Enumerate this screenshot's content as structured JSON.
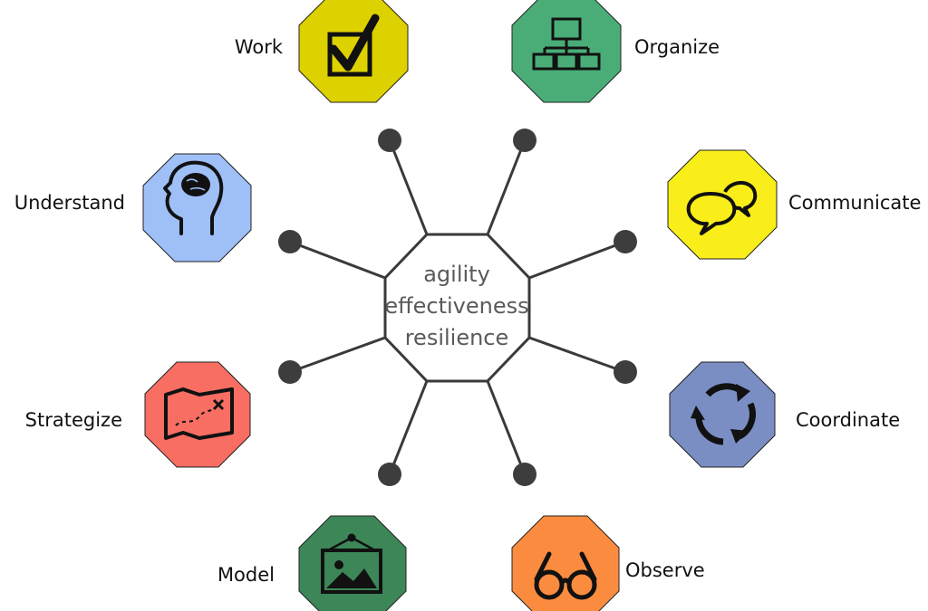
{
  "center": {
    "lines": [
      "agility",
      "effectiveness",
      "resilience"
    ]
  },
  "nodes": [
    {
      "id": "work",
      "label": "Work",
      "color": "#ddd100",
      "icon": "checkbox-icon"
    },
    {
      "id": "organize",
      "label": "Organize",
      "color": "#4aad78",
      "icon": "org-chart-icon"
    },
    {
      "id": "understand",
      "label": "Understand",
      "color": "#9fbff7",
      "icon": "brain-head-icon"
    },
    {
      "id": "communicate",
      "label": "Communicate",
      "color": "#f9ee19",
      "icon": "speech-bubbles-icon"
    },
    {
      "id": "strategize",
      "label": "Strategize",
      "color": "#f86e62",
      "icon": "treasure-map-icon"
    },
    {
      "id": "coordinate",
      "label": "Coordinate",
      "color": "#7b8ec4",
      "icon": "cycle-arrows-icon"
    },
    {
      "id": "model",
      "label": "Model",
      "color": "#3d8658",
      "icon": "framed-picture-icon"
    },
    {
      "id": "observe",
      "label": "Observe",
      "color": "#fb8c3f",
      "icon": "glasses-icon"
    }
  ]
}
